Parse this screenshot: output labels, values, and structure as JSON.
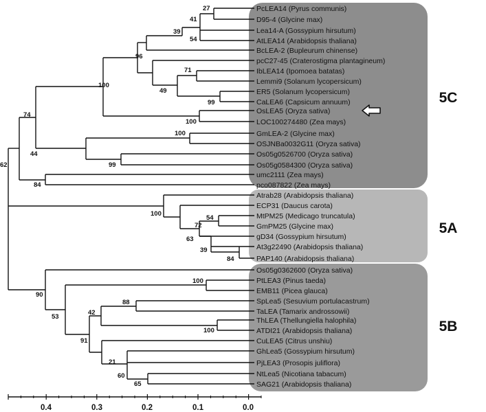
{
  "colors": {
    "group_5C": "#8d8d8d",
    "group_5A": "#b7b7b7",
    "group_5B": "#9a9a9a",
    "line": "#111111"
  },
  "groups": [
    {
      "id": "5C",
      "label": "5C"
    },
    {
      "id": "5A",
      "label": "5A"
    },
    {
      "id": "5B",
      "label": "5B"
    }
  ],
  "leaves": [
    "PcLEA14 (Pyrus communis)",
    "D95-4 (Glycine max)",
    "Lea14-A (Gossypium hirsutum)",
    "AtLEA14 (Arabidopsis thaliana)",
    "BcLEA-2 (Bupleurum chinense)",
    "pcC27-45 (Craterostigma plantagineum)",
    "IbLEA14 (Ipomoea batatas)",
    "Lemmi9 (Solanum lycopersicum)",
    "ER5 (Solanum lycopersicum)",
    "CaLEA6 (Capsicum annuum)",
    "OsLEA5 (Oryza sativa)",
    "LOC100274480 (Zea mays)",
    "GmLEA-2 (Glycine max)",
    "OSJNBa0032G11 (Oryza sativa)",
    "Os05g0526700 (Oryza sativa)",
    "Os05g0584300 (Oryza sativa)",
    "umc2111 (Zea mays)",
    "pco087822 (Zea mays)",
    "Atrab28 (Arabidopsis thaliana)",
    "ECP31 (Daucus carota)",
    "MtPM25 (Medicago truncatula)",
    "GmPM25 (Glycine max)",
    "gD34 (Gossypium hirsutum)",
    "At3g22490 (Arabidopsis thaliana)",
    "PAP140 (Arabidopsis thaliana)",
    "Os05g0362600 (Oryza sativa)",
    "PtLEA3 (Pinus taeda)",
    "EMB11 (Picea glauca)",
    "SpLea5 (Sesuvium portulacastrum)",
    "TaLEA (Tamarix androssowii)",
    "ThLEA (Thellungiella halophila)",
    "ATDI21 (Arabidopsis thaliana)",
    "CuLEA5 (Citrus unshiu)",
    "GhLea5 (Gossypium hirsutum)",
    "PjLEA3 (Prosopis juliflora)",
    "NtLea5 (Nicotiana tabacum)",
    "SAG21 (Arabidopsis thaliana)"
  ],
  "highlighted_leaf": "OsLEA5 (Oryza sativa)",
  "highlight_icon": "left-arrow-icon",
  "bootstrap_values": [
    "27",
    "41",
    "39",
    "54",
    "96",
    "71",
    "100",
    "49",
    "99",
    "100",
    "74",
    "100",
    "44",
    "99",
    "62",
    "84",
    "100",
    "54",
    "72",
    "63",
    "39",
    "84",
    "90",
    "100",
    "88",
    "42",
    "100",
    "53",
    "91",
    "21",
    "60",
    "65"
  ],
  "scale_axis": {
    "ticks": [
      "0.4",
      "0.3",
      "0.2",
      "0.1",
      "0.0"
    ]
  }
}
